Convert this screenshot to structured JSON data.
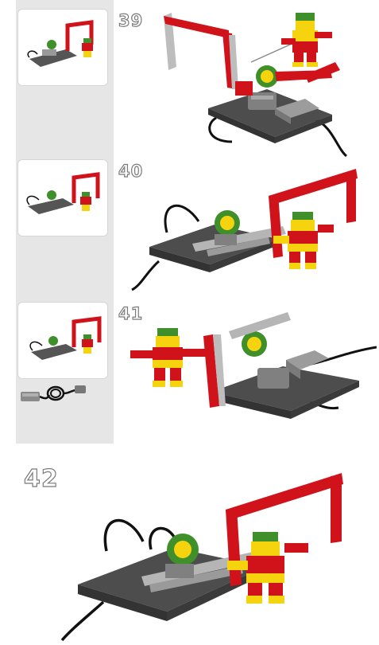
{
  "steps": [
    {
      "number": "39"
    },
    {
      "number": "40"
    },
    {
      "number": "41"
    },
    {
      "number": "42"
    }
  ],
  "colors": {
    "sidebar_bg": "#e6e6e6",
    "brick_red": "#d0121b",
    "baseplate_gray": "#555555",
    "beam_gray": "#b5b5b5",
    "motor_green": "#3f8f2a",
    "brick_yellow": "#f5d40f",
    "cable_black": "#111111"
  },
  "icons": {
    "step_thumbnail": "build-step-thumbnail",
    "parts_callout": "motor-cable-part",
    "assembly_illustration": "lego-assembly-illustration"
  }
}
